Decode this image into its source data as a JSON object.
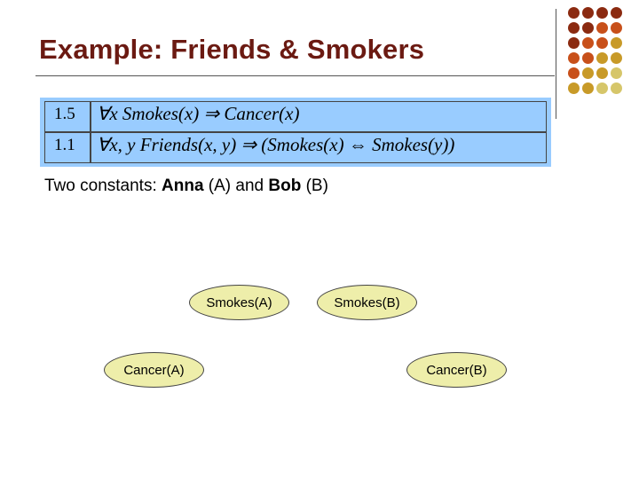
{
  "slide": {
    "title": "Example: Friends & Smokers"
  },
  "formulas": [
    {
      "weight": "1.5",
      "formula": "∀x Smokes(x) ⇒ Cancer(x)"
    },
    {
      "weight": "1.1",
      "formula": "∀x, y Friends(x, y) ⇒ (Smokes(x) ⇔ Smokes(y))"
    }
  ],
  "constants": {
    "prefix": "Two constants: ",
    "name1": "Anna",
    "abbr1": " (A) and ",
    "name2": "Bob",
    "abbr2": " (B)"
  },
  "nodes": {
    "smokes_a": "Smokes(A)",
    "smokes_b": "Smokes(B)",
    "cancer_a": "Cancer(A)",
    "cancer_b": "Cancer(B)"
  },
  "colors": {
    "title": "#6b1a12",
    "formula_box": "#99ccff",
    "node_fill": "#eeeeaa",
    "dot_dark_red": "#8b2a10",
    "dot_orange": "#c8501a",
    "dot_gold": "#c89a28",
    "dot_khaki": "#d6c66a"
  }
}
